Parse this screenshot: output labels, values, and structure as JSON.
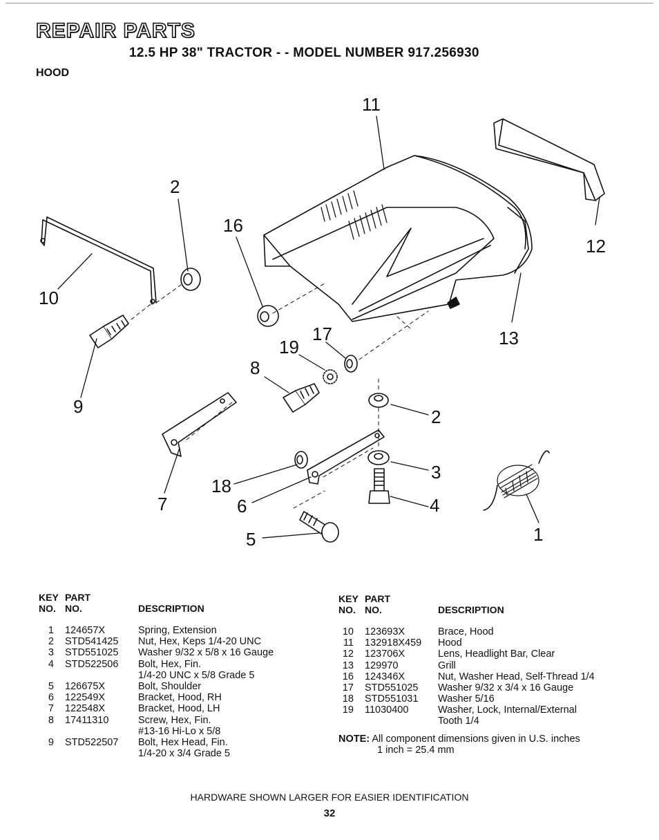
{
  "header": {
    "title": "REPAIR PARTS",
    "subtitle": "12.5 HP 38\" TRACTOR - - MODEL NUMBER 917.256930",
    "section": "HOOD"
  },
  "diagram": {
    "callouts": [
      "11",
      "2",
      "16",
      "12",
      "10",
      "17",
      "13",
      "19",
      "8",
      "9",
      "2",
      "3",
      "18",
      "7",
      "6",
      "4",
      "5",
      "1"
    ]
  },
  "table_headers": {
    "key_line1": "KEY",
    "key_line2": "NO.",
    "part_line1": "PART",
    "part_line2": "NO.",
    "description": "DESCRIPTION"
  },
  "parts_left": [
    {
      "key": "1",
      "part": "124657X",
      "desc": [
        "Spring, Extension"
      ]
    },
    {
      "key": "2",
      "part": "STD541425",
      "desc": [
        "Nut, Hex, Keps 1/4-20 UNC"
      ]
    },
    {
      "key": "3",
      "part": "STD551025",
      "desc": [
        "Washer 9/32 x 5/8 x 16 Gauge"
      ]
    },
    {
      "key": "4",
      "part": "STD522506",
      "desc": [
        "Bolt, Hex, Fin.",
        "1/4-20 UNC x 5/8 Grade 5"
      ]
    },
    {
      "key": "5",
      "part": "126675X",
      "desc": [
        "Bolt, Shoulder"
      ]
    },
    {
      "key": "6",
      "part": "122549X",
      "desc": [
        "Bracket, Hood, RH"
      ]
    },
    {
      "key": "7",
      "part": "122548X",
      "desc": [
        "Bracket, Hood, LH"
      ]
    },
    {
      "key": "8",
      "part": "17411310",
      "desc": [
        "Screw, Hex, Fin.",
        "#13-16 Hi-Lo x 5/8"
      ]
    },
    {
      "key": "9",
      "part": "STD522507",
      "desc": [
        "Bolt, Hex Head, Fin.",
        "1/4-20 x 3/4 Grade 5"
      ]
    }
  ],
  "parts_right": [
    {
      "key": "10",
      "part": "123693X",
      "desc": [
        "Brace, Hood"
      ]
    },
    {
      "key": "11",
      "part": "132918X459",
      "desc": [
        "Hood"
      ]
    },
    {
      "key": "12",
      "part": "123706X",
      "desc": [
        "Lens, Headlight Bar, Clear"
      ]
    },
    {
      "key": "13",
      "part": "129970",
      "desc": [
        "Grill"
      ]
    },
    {
      "key": "16",
      "part": "124346X",
      "desc": [
        "Nut, Washer Head, Self-Thread 1/4"
      ]
    },
    {
      "key": "17",
      "part": "STD551025",
      "desc": [
        "Washer 9/32 x 3/4 x 16 Gauge"
      ]
    },
    {
      "key": "18",
      "part": "STD551031",
      "desc": [
        "Washer 5/16"
      ]
    },
    {
      "key": "19",
      "part": "11030400",
      "desc": [
        "Washer, Lock, Internal/External",
        "Tooth 1/4"
      ]
    }
  ],
  "note": {
    "label": "NOTE:",
    "text": "All component dimensions given in U.S. inches",
    "conversion": "1 inch = 25.4 mm"
  },
  "footer": {
    "caption": "HARDWARE SHOWN LARGER FOR EASIER IDENTIFICATION",
    "page_number": "32"
  }
}
